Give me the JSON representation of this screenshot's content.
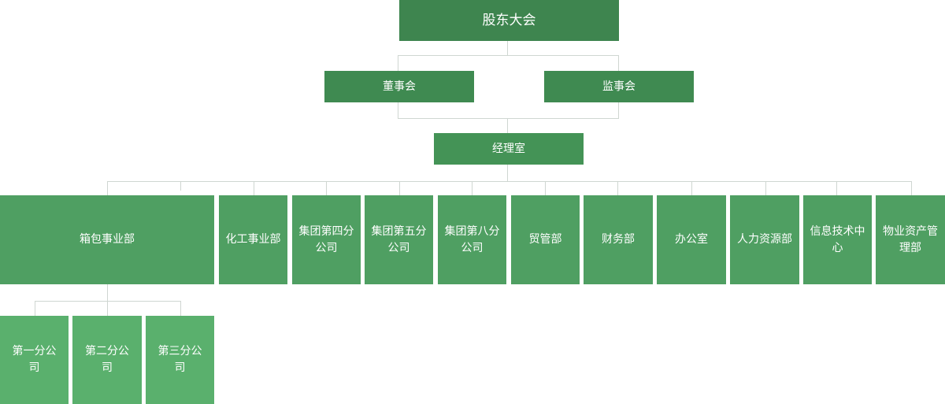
{
  "shareholders": {
    "label": "股东大会"
  },
  "board": {
    "label": "董事会"
  },
  "supervisors": {
    "label": "监事会"
  },
  "manager": {
    "label": "经理室"
  },
  "departments": [
    {
      "label": "箱包事业部"
    },
    {
      "label": "化工事业部"
    },
    {
      "label": "集团第四分公司"
    },
    {
      "label": "集团第五分公司"
    },
    {
      "label": "集团第八分公司"
    },
    {
      "label": "贸管部"
    },
    {
      "label": "财务部"
    },
    {
      "label": "办公室"
    },
    {
      "label": "人力资源部"
    },
    {
      "label": "信息技术中心"
    },
    {
      "label": "物业资产管理部"
    }
  ],
  "subsidiaries": [
    {
      "label": "第一分公司"
    },
    {
      "label": "第二分公司"
    },
    {
      "label": "第三分公司"
    }
  ],
  "colors": {
    "top": "#3e854f",
    "level1": "#3f8a51",
    "level2": "#449356",
    "departments": "#4f9f62",
    "subsidiaries": "#5ab06d",
    "connector": "#cfd6d1"
  }
}
